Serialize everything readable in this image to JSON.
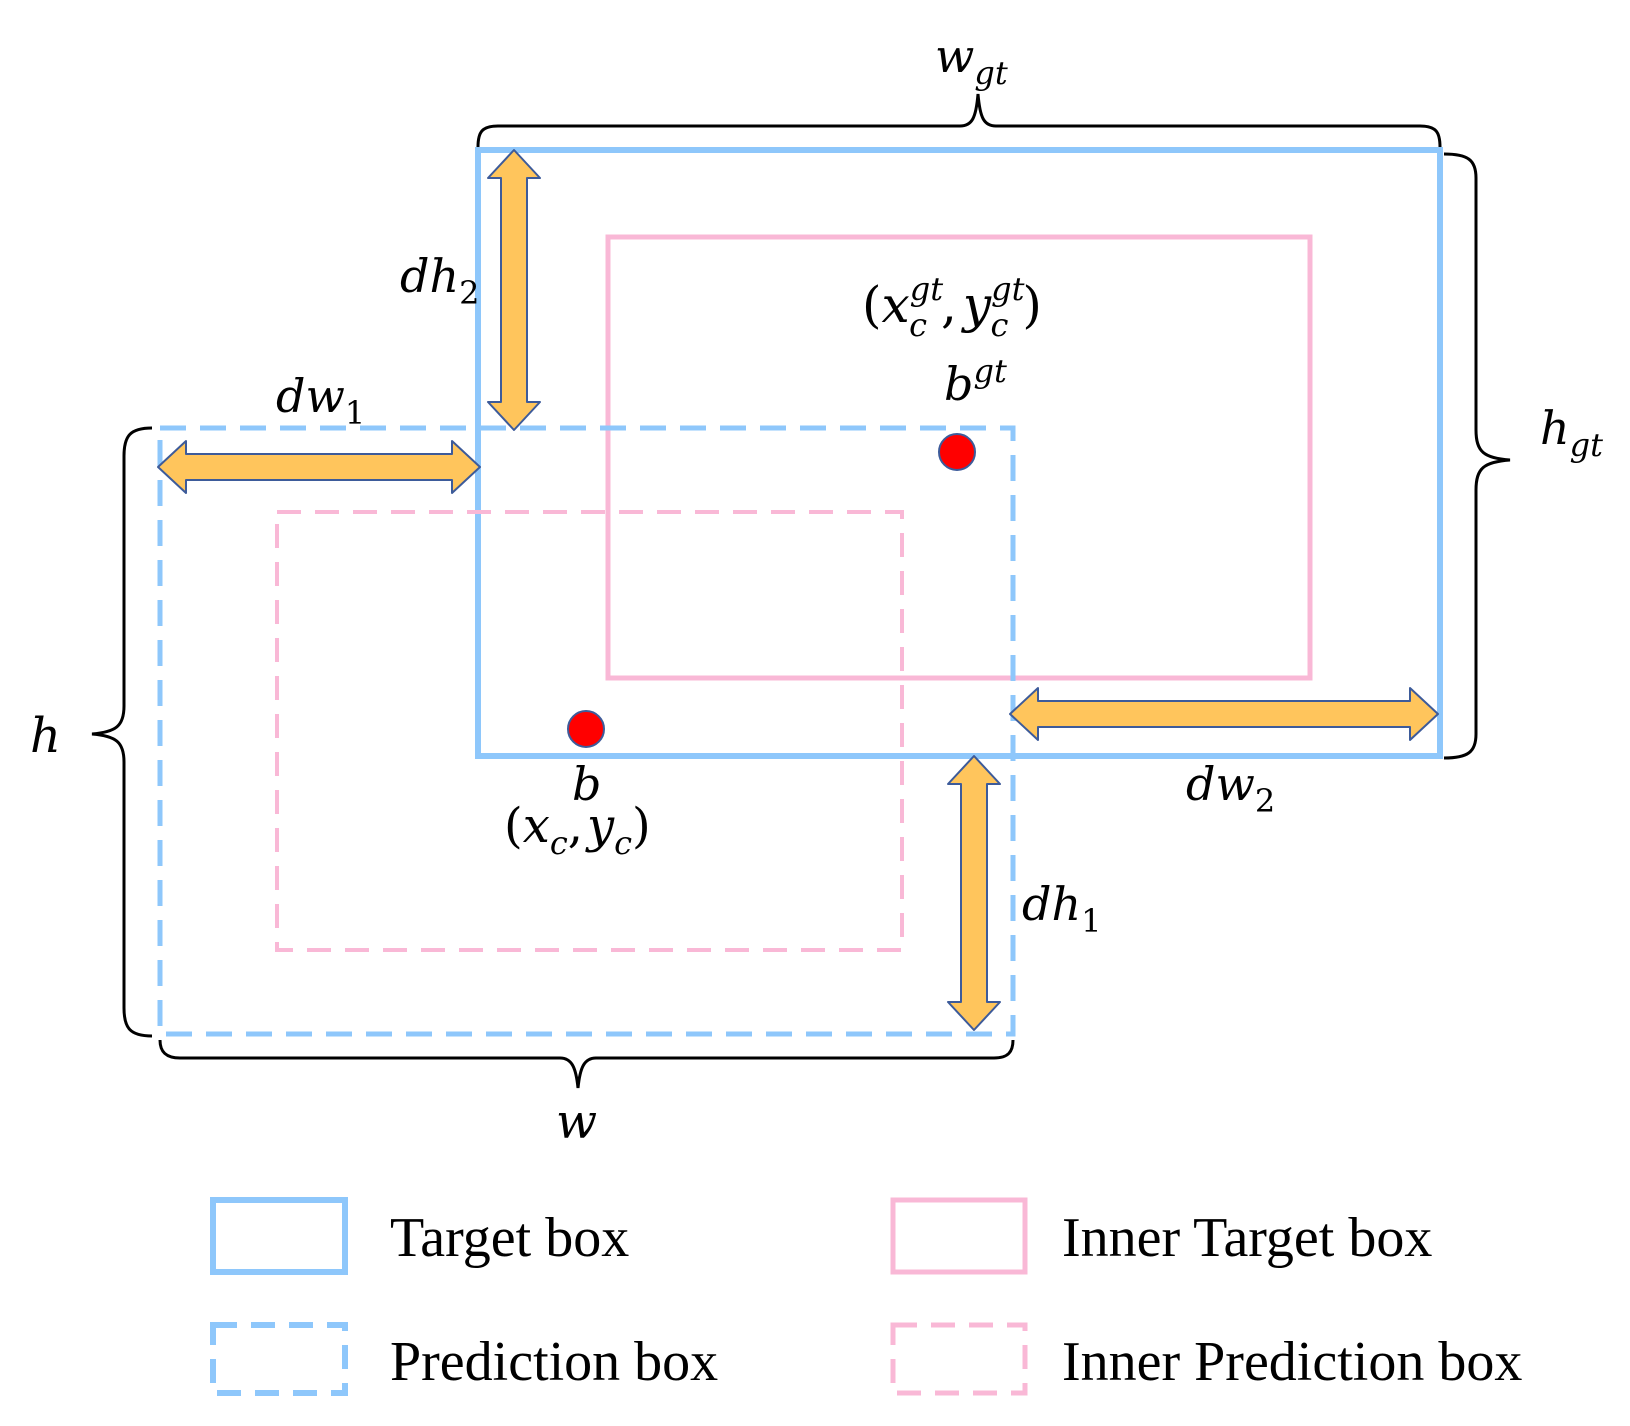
{
  "colors": {
    "target": "#8ec7fb",
    "inner_target": "#f9b8d6",
    "arrow_fill": "#ffc55c",
    "arrow_stroke": "#3d5b9a",
    "point_fill": "#ff0000",
    "point_stroke": "#3d5b9a"
  },
  "labels": {
    "w_gt": {
      "base": "w",
      "sub": "gt"
    },
    "h_gt": {
      "base": "h",
      "sub": "gt"
    },
    "w": "w",
    "h": "h",
    "dw1": {
      "base": "dw",
      "sub": "1"
    },
    "dw2": {
      "base": "dw",
      "sub": "2"
    },
    "dh1": {
      "base": "dh",
      "sub": "1"
    },
    "dh2": {
      "base": "dh",
      "sub": "2"
    },
    "b_gt": {
      "base": "b",
      "sup": "gt"
    },
    "b": "b",
    "center_gt": {
      "open": "(",
      "x": "x",
      "x_sub": "c",
      "x_sup": "gt",
      "sep": ",",
      "y": "y",
      "y_sub": "c",
      "y_sup": "gt",
      "close": ")"
    },
    "center_pred": {
      "open": "(",
      "x": "x",
      "x_sub": "c",
      "sep": ",",
      "y": "y",
      "y_sub": "c",
      "close": ")"
    }
  },
  "legend": [
    {
      "label": "Target box",
      "style": "solid",
      "color_key": "target"
    },
    {
      "label": "Inner Target box",
      "style": "solid",
      "color_key": "inner_target"
    },
    {
      "label": "Prediction box",
      "style": "dashed",
      "color_key": "target"
    },
    {
      "label": "Inner Prediction box",
      "style": "dashed",
      "color_key": "inner_target"
    }
  ]
}
